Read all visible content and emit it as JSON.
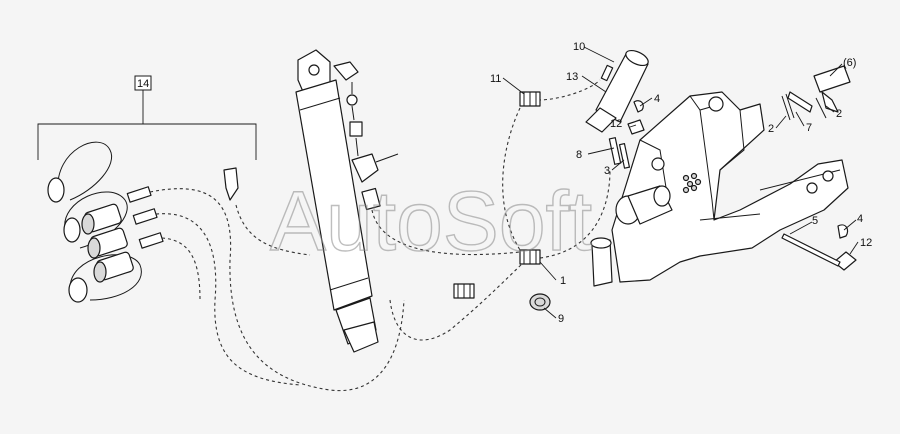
{
  "watermark": "AutoSoft",
  "callouts": {
    "c1": "1",
    "c2a": "2",
    "c2b": "2",
    "c3": "3",
    "c4a": "4",
    "c4b": "4",
    "c5": "5",
    "c6": "(6)",
    "c7": "7",
    "c8": "8",
    "c9": "9",
    "c10": "10",
    "c11": "11",
    "c12a": "12",
    "c12b": "12",
    "c13": "13",
    "c14": "14"
  },
  "colors": {
    "background": "#f5f5f5",
    "line": "#1a1a1a",
    "watermark": "#8a8a8a"
  }
}
